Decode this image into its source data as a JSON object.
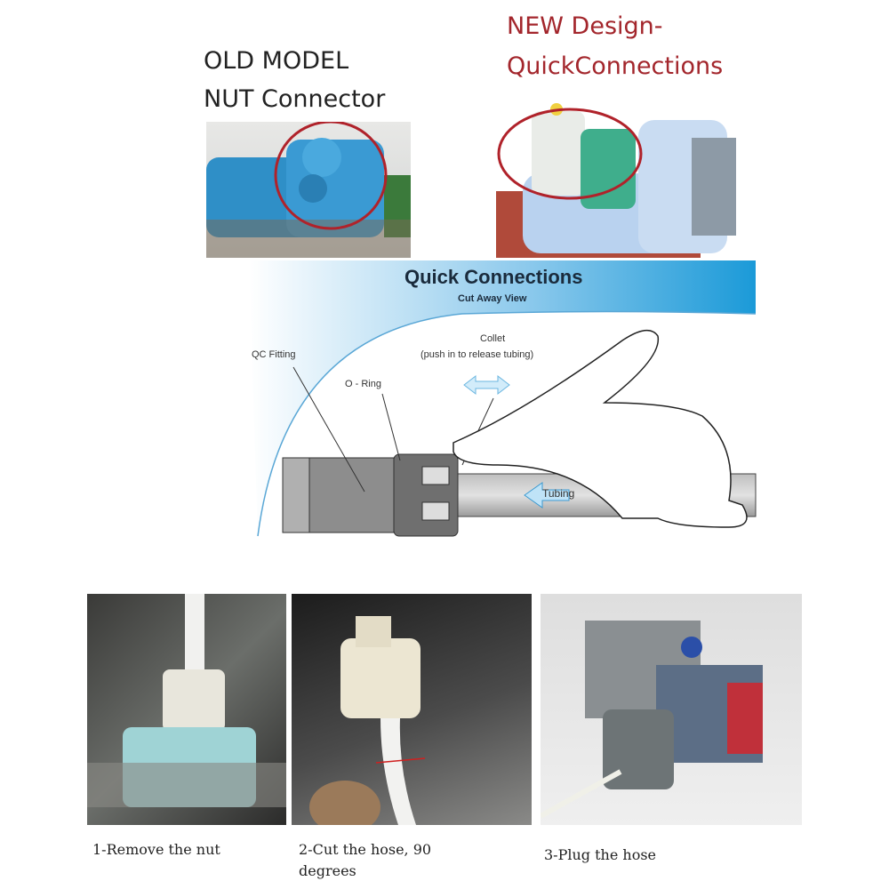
{
  "old_model": {
    "line1": "OLD MODEL",
    "line2": "NUT Connector"
  },
  "new_design": {
    "line1": "NEW Design-",
    "line2": "QuickConnections"
  },
  "diagram": {
    "title": "Quick Connections",
    "subtitle": "Cut Away View",
    "labels": {
      "qc_fitting": "QC Fitting",
      "o_ring": "O - Ring",
      "collet": "Collet",
      "collet_note": "(push in to release tubing)",
      "tubing": "Tubing"
    }
  },
  "steps": [
    {
      "caption": "1-Remove the nut"
    },
    {
      "caption_line1": "2-Cut the hose, 90",
      "caption_line2": "degrees"
    },
    {
      "caption": "3-Plug the hose"
    }
  ],
  "colors": {
    "accent_red": "#a3262c",
    "banner_blue": "#1b9ad8"
  }
}
